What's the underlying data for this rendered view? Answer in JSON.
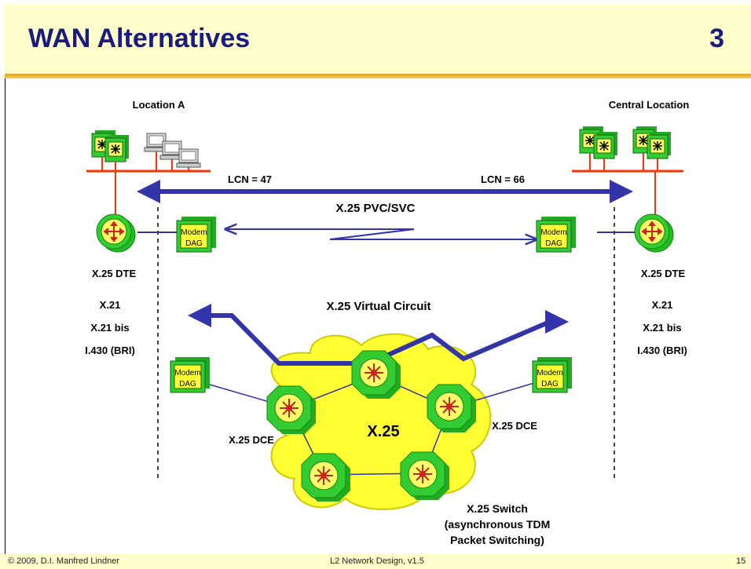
{
  "slide": {
    "title": "WAN Alternatives",
    "number": "3"
  },
  "footer": {
    "left": "© 2009, D.I. Manfred Lindner",
    "center": "L2 Network Design, v1.5",
    "right": "15"
  },
  "diagram": {
    "location_a": "Location A",
    "central_location": "Central Location",
    "lcn_left": "LCN = 47",
    "lcn_right": "LCN = 66",
    "pvc_label": "X.25 PVC/SVC",
    "dte_left": "X.25 DTE",
    "dte_right": "X.25 DTE",
    "interfaces_left": [
      "X.21",
      "X.21 bis",
      "I.430 (BRI)"
    ],
    "interfaces_right": [
      "X.21",
      "X.21 bis",
      "I.430 (BRI)"
    ],
    "virtual_circuit": "X.25 Virtual Circuit",
    "modem_line1": "Modem",
    "modem_line2": "DAG",
    "cloud_label": "X.25",
    "dce_left": "X.25 DCE",
    "dce_right": "X.25 DCE",
    "switch_label": [
      "X.25 Switch",
      "(asynchronous TDM",
      "Packet Switching)"
    ]
  },
  "colors": {
    "title": "#1a1a80",
    "header_bg": "#ffffcc",
    "accent_rule": "#e8b030",
    "link_blue": "#3333aa",
    "device_green": "#22bb22",
    "cloud_yellow": "#ffff33",
    "router_red": "#cc2222",
    "lan_red": "#ff3300"
  },
  "icons": [
    "router-icon",
    "server-icon",
    "workstation-icon",
    "modem-icon",
    "x25-switch-icon",
    "cloud-icon"
  ]
}
